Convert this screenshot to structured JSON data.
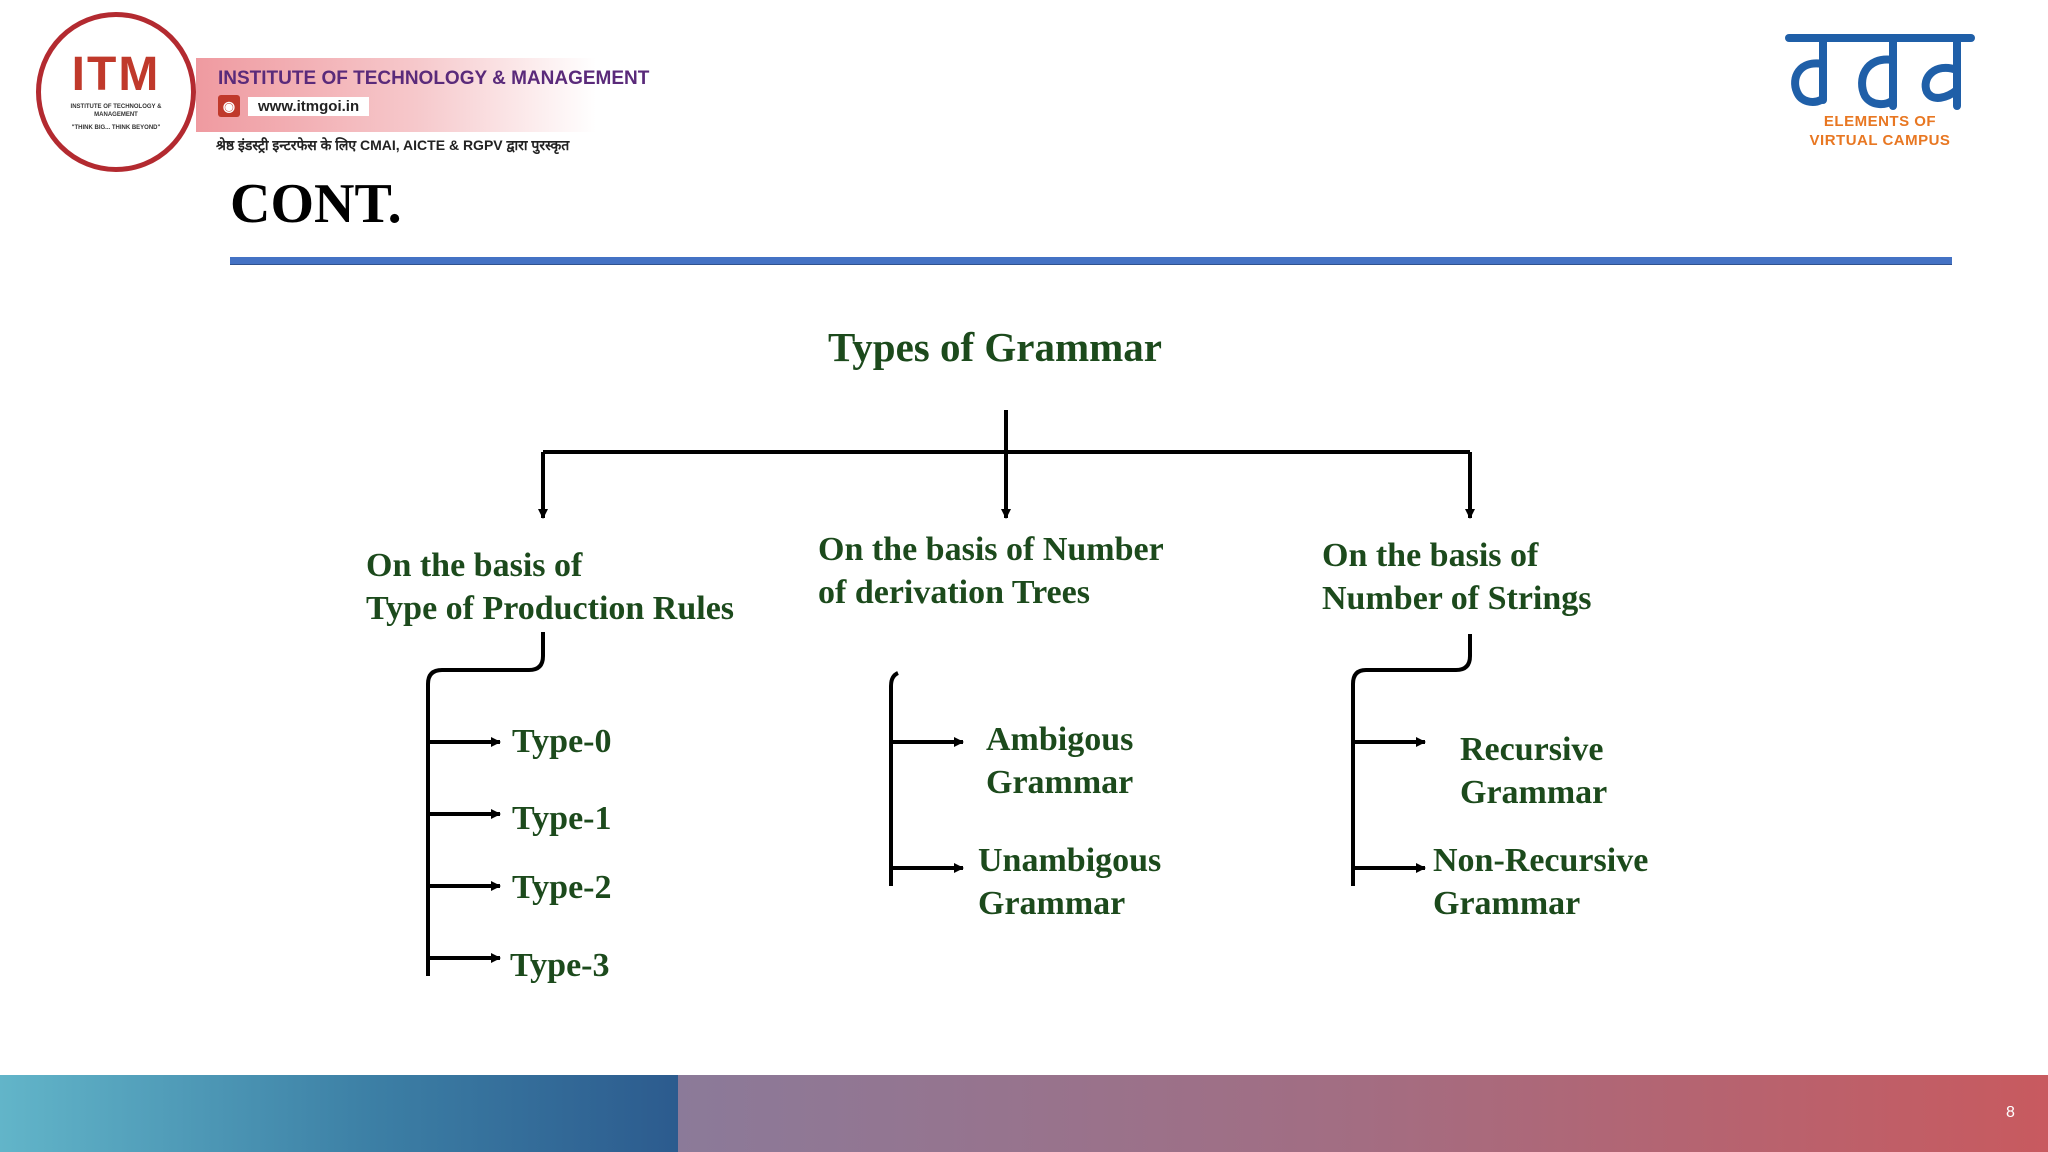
{
  "header": {
    "itm_logo_text": "ITM",
    "itm_seal_small": "INSTITUTE OF TECHNOLOGY & MANAGEMENT",
    "itm_seal_motto": "\"THINK BIG... THINK BEYOND\"",
    "institute_name": "INSTITUTE OF TECHNOLOGY & MANAGEMENT",
    "website": "www.itmgoi.in",
    "tagline_hindi": "श्रेष्ठ इंडस्ट्री इन्टरफेस के लिए CMAI, AICTE & RGPV द्वारा पुरस्कृत",
    "tattva_line1": "ELEMENTS OF",
    "tattva_line2": "VIRTUAL CAMPUS"
  },
  "slide": {
    "title": "CONT.",
    "page_number": "8"
  },
  "diagram": {
    "root": "Types of Grammar",
    "categories": [
      {
        "line1": "On the basis of",
        "line2": "Type of Production Rules",
        "items": [
          "Type-0",
          "Type-1",
          "Type-2",
          "Type-3"
        ]
      },
      {
        "line1": "On the basis of Number",
        "line2": "of derivation Trees",
        "items": [
          {
            "line1": "Ambigous",
            "line2": "Grammar"
          },
          {
            "line1": "Unambigous",
            "line2": "Grammar"
          }
        ]
      },
      {
        "line1": "On the basis of",
        "line2": "Number of Strings",
        "items": [
          {
            "line1": "Recursive",
            "line2": "Grammar"
          },
          {
            "line1": "Non-Recursive",
            "line2": "Grammar"
          }
        ]
      }
    ]
  },
  "colors": {
    "diagram_text": "#1c4a1c",
    "title_rule": "#4472c4",
    "itm_red": "#b32a30",
    "tattva_blue": "#1f5fa8",
    "tattva_orange": "#e87722"
  }
}
